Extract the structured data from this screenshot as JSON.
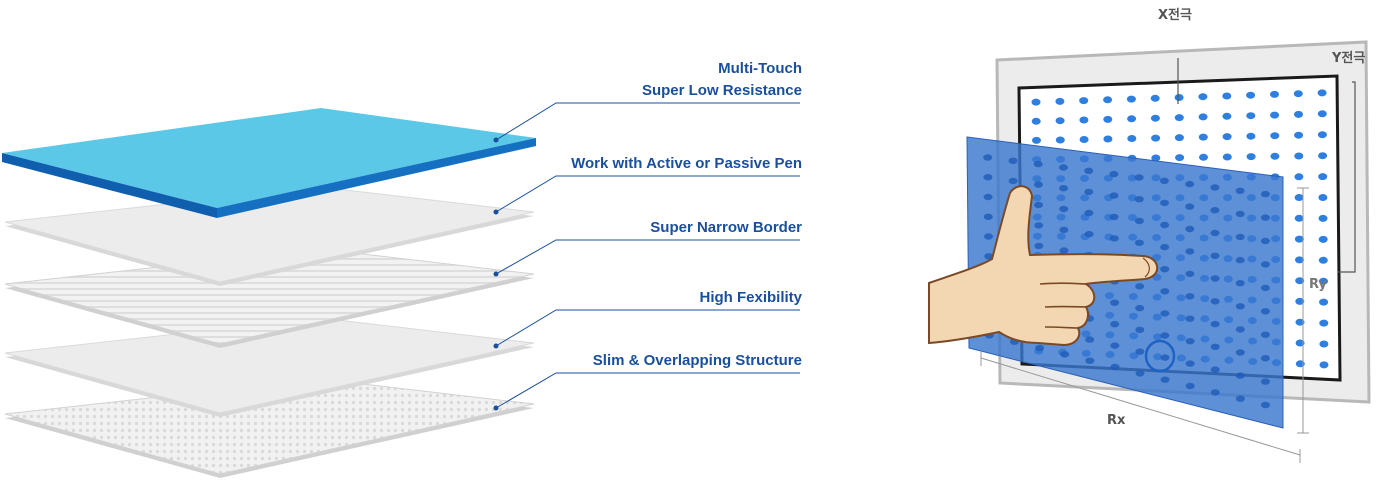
{
  "layers": {
    "labels": [
      {
        "lines": [
          "Multi-Touch",
          "Super Low Resistance"
        ]
      },
      {
        "lines": [
          "Work with Active or Passive Pen"
        ]
      },
      {
        "lines": [
          "Super Narrow Border"
        ]
      },
      {
        "lines": [
          "High Fexibility"
        ]
      },
      {
        "lines": [
          "Slim & Overlapping Structure"
        ]
      }
    ]
  },
  "device": {
    "x_electrode_label": "X전극",
    "y_electrode_label": "Y전극",
    "rx_label": "Rx",
    "ry_label": "Ry"
  },
  "colors": {
    "accent": "#1a4f9c",
    "top_layer": "#5bc8e8",
    "top_layer_edge": "#0f5fae",
    "film": "#ececec",
    "screen_overlay": "#3a78d0",
    "dot": "#2f7fe0"
  }
}
